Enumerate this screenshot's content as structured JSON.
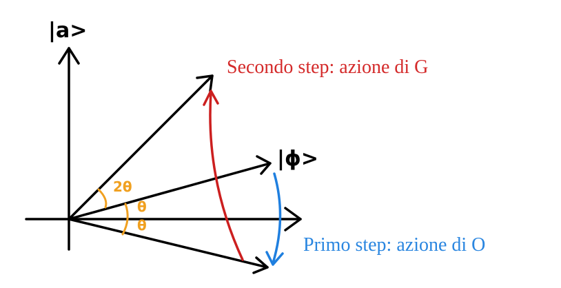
{
  "labels": {
    "a_ket": "|a>",
    "phi_ket": "|ϕ>",
    "angle_2theta": "2θ",
    "angle_theta_upper": "θ",
    "angle_theta_lower": "θ",
    "step2": "Secondo step: azione di G",
    "step1": "Primo step: azione di O"
  },
  "colors": {
    "axes": "#000000",
    "angles": "#f0a020",
    "step2": "#d42a2a",
    "step1": "#2a86e0"
  }
}
